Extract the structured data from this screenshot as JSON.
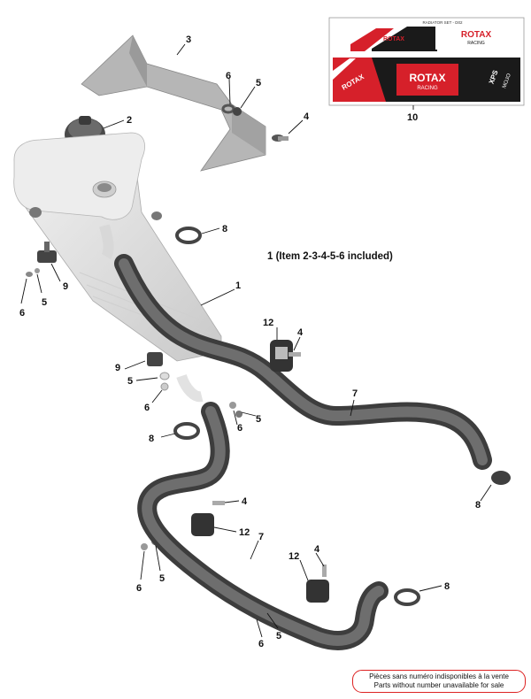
{
  "callouts": {
    "c1": "1",
    "c2": "2",
    "c3": "3",
    "c4a": "4",
    "c4b": "4",
    "c4c": "4",
    "c4d": "4",
    "c5a": "5",
    "c5b": "5",
    "c5c": "5",
    "c5d": "5",
    "c5e": "5",
    "c5f": "5",
    "c6a": "6",
    "c6b": "6",
    "c6c": "6",
    "c6d": "6",
    "c6e": "6",
    "c6f": "6",
    "c7a": "7",
    "c7b": "7",
    "c8a": "8",
    "c8b": "8",
    "c8c": "8",
    "c8d": "8",
    "c9a": "9",
    "c9b": "9",
    "c10": "10",
    "c12a": "12",
    "c12b": "12",
    "c12c": "12"
  },
  "included_note": "1 (Item 2-3-4-5-6 included)",
  "decal": {
    "title": "RADIATOR SET - D02",
    "brand": "ROTAX",
    "sub": "RACING",
    "model": "XPS",
    "model2": "MOJO"
  },
  "footer": {
    "line_fr": "Pièces sans numéro indisponibles à la vente",
    "line_en": "Parts without number unavailable for sale"
  },
  "colors": {
    "hose": "#5a5a5a",
    "shroud": "#b3b3b3",
    "radiator": "#e3e3e3",
    "decal_red": "#d6202a",
    "note_border": "#d22222"
  }
}
